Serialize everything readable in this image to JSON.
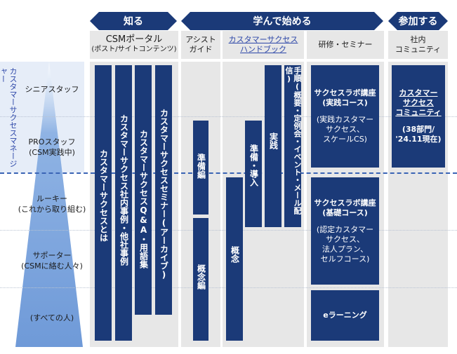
{
  "phases": {
    "know": "知る",
    "learn": "学んで始める",
    "join": "参加する"
  },
  "columns": {
    "portal_title": "CSMポータル",
    "portal_sub": "(ポスト/サイトコンテンツ)",
    "assist_1": "アシスト",
    "assist_2": "ガイド",
    "handbook_1": "カスタマーサクセス",
    "handbook_2": "ハンドブック",
    "training": "研修・セミナー",
    "community_1": "社内",
    "community_2": "コミュニティ"
  },
  "side_label": "カスタマーサクセスマネージャー",
  "rows": {
    "senior": "シニアスタッフ",
    "pro_1": "PROスタッフ",
    "pro_2": "(CSM実践中)",
    "rookie_1": "ルーキー",
    "rookie_2": "(これから取り組む)",
    "supporter_1": "サポーター",
    "supporter_2": "(CSMに絡む人々)",
    "everyone": "(すべての人)"
  },
  "portal_bars": {
    "what_is": "カスタマーサクセスとは",
    "cases": "カスタマーサクセス社内事例・他社事例",
    "qa": "カスタマーサクセスQ&A・用語集",
    "seminar": "カスタマーサクセスセミナー(アーカイブ)"
  },
  "assist_bars": {
    "preparation": "準備編",
    "concept": "概念編"
  },
  "handbook_bars": {
    "concept": "概念",
    "prep_intro": "準備・導入",
    "practice": "実践",
    "procedures": "手順(概要・定例会・イベント・メール配信)"
  },
  "training_boxes": {
    "practice_title_1": "サクセスラボ講座",
    "practice_title_2": "(実践コース)",
    "practice_desc_1": "(実践カスタマー",
    "practice_desc_2": "サクセス、",
    "practice_desc_3": "スケールCS)",
    "basic_title_1": "サクセスラボ講座",
    "basic_title_2": "(基礎コース)",
    "basic_desc_1": "(認定カスタマー",
    "basic_desc_2": "サクセス、",
    "basic_desc_3": "法人プラン、",
    "basic_desc_4": "セルフコース)",
    "elearning": "eラーニング"
  },
  "community_box": {
    "title_1": "カスタマー",
    "title_2": "サクセス",
    "title_3": "コミュニティ",
    "desc_1": "(38部門/",
    "desc_2": "'24.11現在)"
  },
  "colors": {
    "navy": "#1b3a78",
    "gray_bg": "#e7e7e7",
    "row_tint": "#e6edf8",
    "pyramid": "#8fb3e4",
    "dashed": "#3a64b5",
    "link": "#2d47a8"
  }
}
